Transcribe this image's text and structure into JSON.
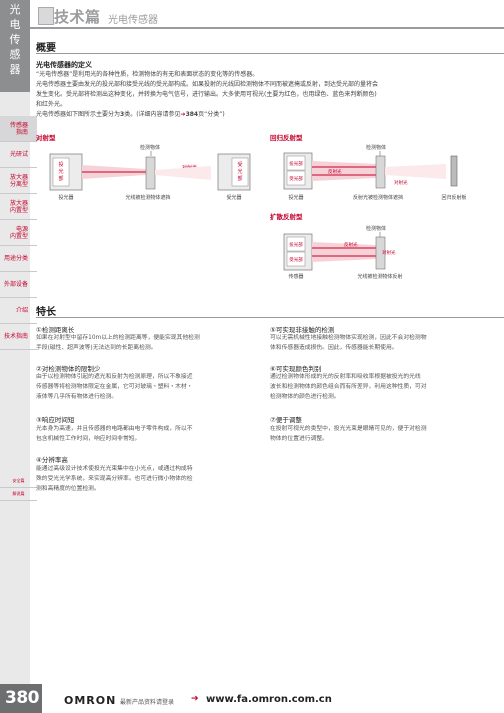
{
  "sidebar": {
    "title_chars": [
      "光",
      "电",
      "传",
      "感",
      "器"
    ],
    "nav": [
      {
        "label_lines": [
          "传感器",
          "指南"
        ],
        "active": true
      },
      {
        "label_lines": [
          "光研试"
        ],
        "active": false
      },
      {
        "label_lines": [
          "放大器",
          "分离型"
        ],
        "active": false
      },
      {
        "label_lines": [
          "放大器",
          "内置型"
        ],
        "active": false
      },
      {
        "label_lines": [
          "电源",
          "内置型"
        ],
        "active": false
      },
      {
        "label_lines": [
          "用途分类"
        ],
        "active": false
      },
      {
        "label_lines": [
          "外部设备"
        ],
        "active": false
      },
      {
        "label_lines": [
          "介绍"
        ],
        "active": false
      },
      {
        "label_lines": [
          "技术指南"
        ],
        "active": false
      }
    ],
    "small_labels": [
      "安全篇",
      "解说篇"
    ],
    "page_number": "380"
  },
  "header": {
    "title_main": "技术篇",
    "title_sub": "光电传感器"
  },
  "overview": {
    "heading": "概要",
    "def_heading": "光电传感器的定义",
    "para1": "“光电传感器”是利用光的各种性质，检测物体的有无和表面状态的变化等的传感器。",
    "para2a": "光电传感器主要由发光的投光部和接受光线的受光部构成。如果投射的光线因检测物体不同而被遮掩或反射，到达受光部的量将会",
    "para2b": "发生变化。受光部将检测出这种变化，并转换为电气信号，进行输出。大多使用可视光(主要为红色，也用绿色、蓝色来判断颜色)",
    "para2c": "和红外光。",
    "para3_prefix": "光电传感器如下图所示主要分为",
    "para3_count": "3",
    "para3_mid": "类。(详细内容请参见",
    "para3_page": "384",
    "para3_suffix": "页“分类”)"
  },
  "diagrams": {
    "through_beam": {
      "title": "对射型",
      "object_label": "检测物体",
      "emitter_chars": [
        "投",
        "光",
        "部"
      ],
      "receiver_chars": [
        "受",
        "光",
        "部"
      ],
      "beam_label": "对射光",
      "emitter_label": "投光器",
      "state_label": "光线被检测物体遮挡",
      "receiver_label": "受光器"
    },
    "retro_reflective": {
      "title": "回归反射型",
      "object_label": "检测物体",
      "emitter_part": "投光部",
      "receiver_part": "受光部",
      "reflect_label": "反射光",
      "beam_label": "对射光",
      "device_label": "投光器",
      "state_label": "反射光被检测物体遮挡",
      "reflector_label": "回归反射板"
    },
    "diffuse": {
      "title": "扩散反射型",
      "object_label": "检测物体",
      "emitter_part": "投光部",
      "receiver_part": "受光部",
      "reflect_label": "反射光",
      "beam_label": "对射光",
      "device_label": "传感器",
      "state_label": "光线被检测物体反射"
    }
  },
  "features": {
    "heading": "特长",
    "items": [
      {
        "title": "①检测距离长",
        "lines": [
          "如果在对射型中留存10m以上的检测距离等，便能实现其他检测",
          "手段(磁性、超声波等)无法达到的长距离检测。"
        ]
      },
      {
        "title": "②对检测物体的限制少",
        "lines": [
          "由于以检测物体引起的遮光和反射为检测原理，所以不象接近",
          "传感器等将检测物体限定在金属，它可对玻璃・塑料・木材・",
          "液体等几乎所有物体进行检测。"
        ]
      },
      {
        "title": "③响应时间短",
        "lines": [
          "光本身为高速，并且传感器的电路都由电子零件构成，所以不",
          "包含机械性工作时间，响应时间非常短。"
        ]
      },
      {
        "title": "④分辨率高",
        "lines": [
          "能通过高级设计技术使投光光束集中在小光点，或通过构成特",
          "殊的受光光学系统，来实现高分辨率。也可进行微小物体的检",
          "测和高精度的位置检测。"
        ]
      },
      {
        "title": "⑤可实现非接触的检测",
        "lines": [
          "可以无需机械性地接触检测物体实现检测，因此不会对检测物",
          "体和传感器造成损伤。因此，传感器能长期使用。"
        ]
      },
      {
        "title": "⑥可实现颜色判别",
        "lines": [
          "通过检测物体形成的光的反射率和吸收率根据被投光的光线",
          "波长和检测物体的颜色组合而有所差异，利用这种性质，可对",
          "检测物体的颜色进行检测。"
        ]
      },
      {
        "title": "⑦便于调整",
        "lines": [
          "在投射可视光的类型中，投光光束是眼睛可见的，便于对检测",
          "物体的位置进行调整。"
        ]
      }
    ]
  },
  "footer": {
    "brand": "OMRON",
    "text": "最新产品资料请登录",
    "arrow": "➔",
    "url": "www.fa.omron.com.cn"
  },
  "colors": {
    "accent": "#c4002a",
    "sidebar": "#e9e9ea",
    "header_gray": "#9b9c9e"
  }
}
